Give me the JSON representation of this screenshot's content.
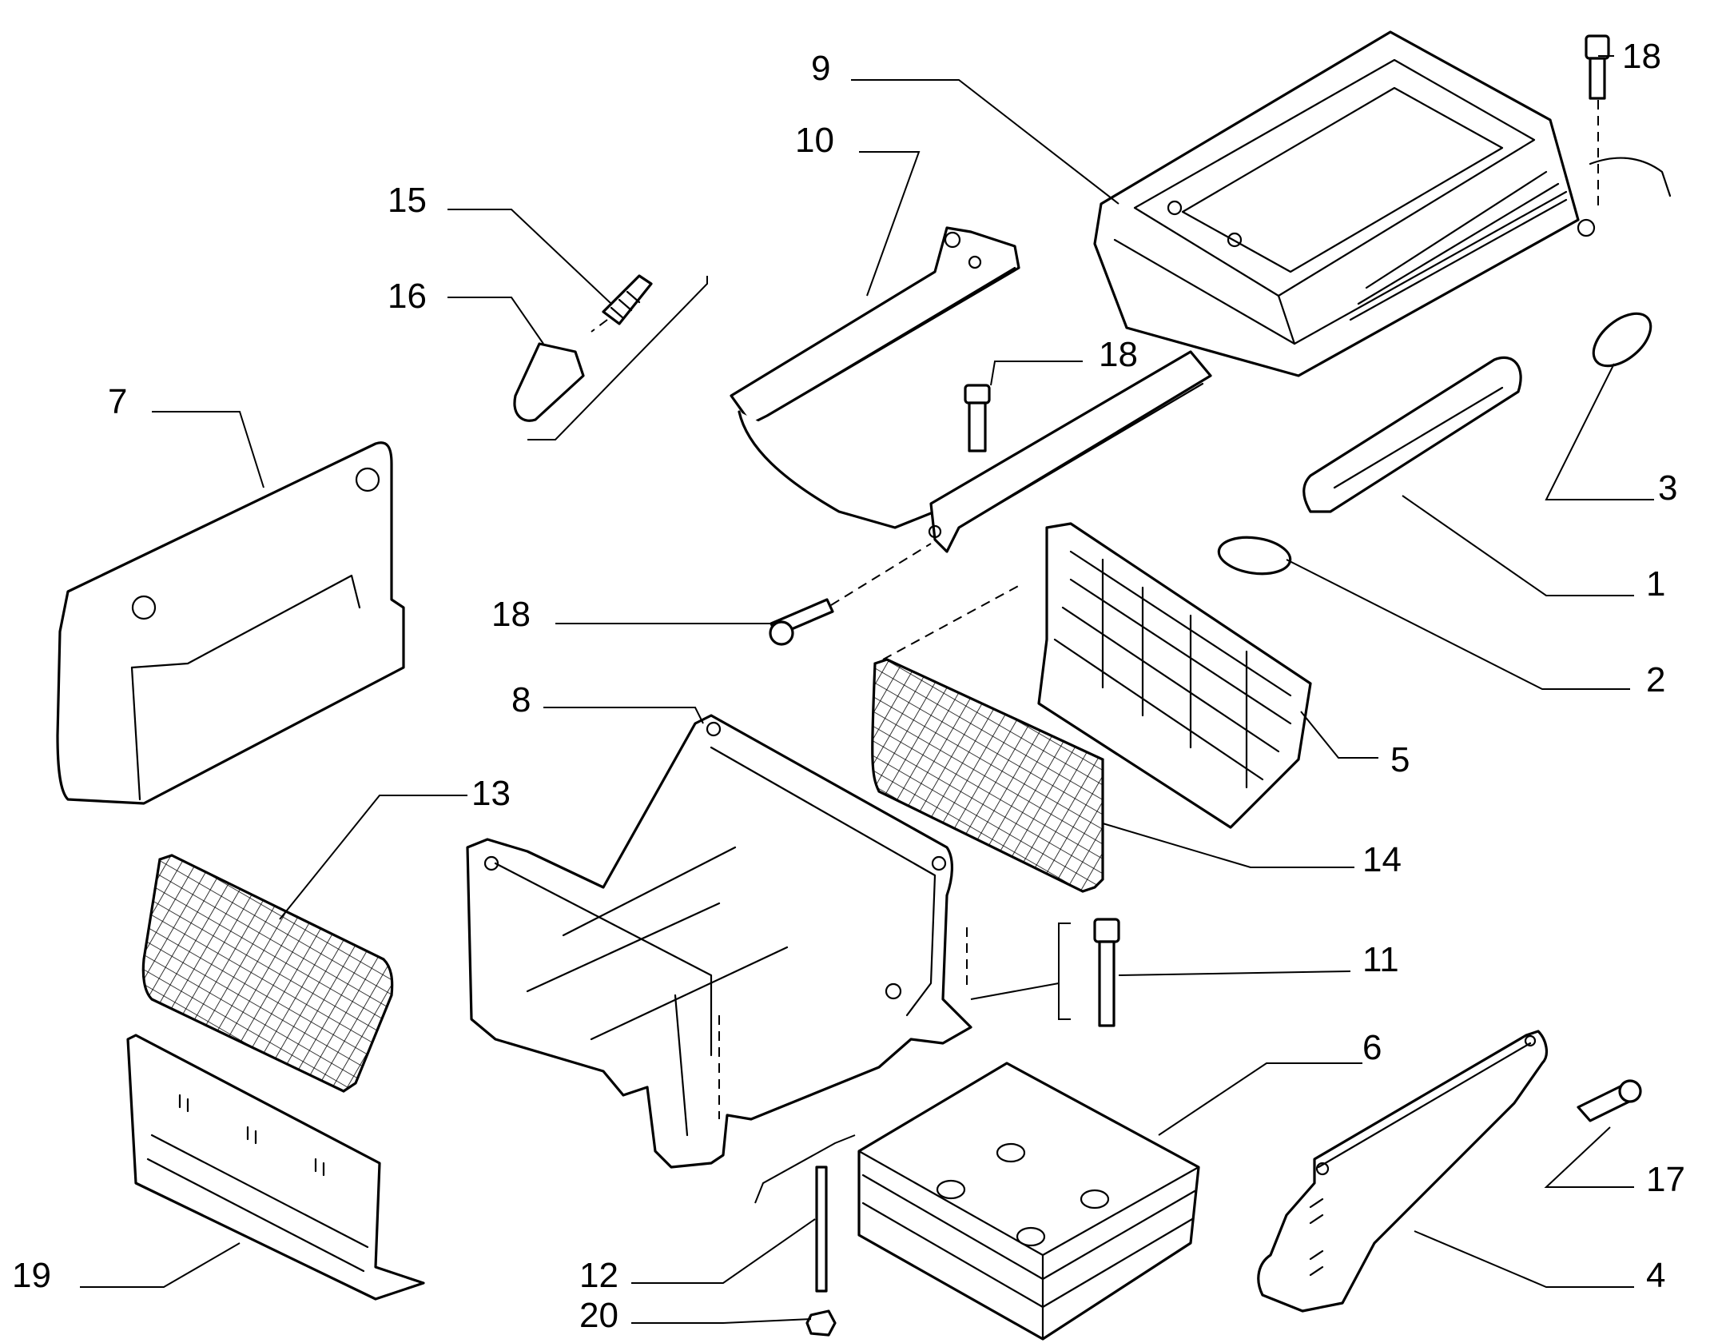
{
  "diagram": {
    "type": "exploded-parts-diagram",
    "callouts": [
      "1",
      "2",
      "3",
      "4",
      "5",
      "6",
      "7",
      "8",
      "9",
      "10",
      "11",
      "12",
      "13",
      "14",
      "15",
      "16",
      "17",
      "18",
      "18",
      "18",
      "19",
      "20"
    ]
  }
}
